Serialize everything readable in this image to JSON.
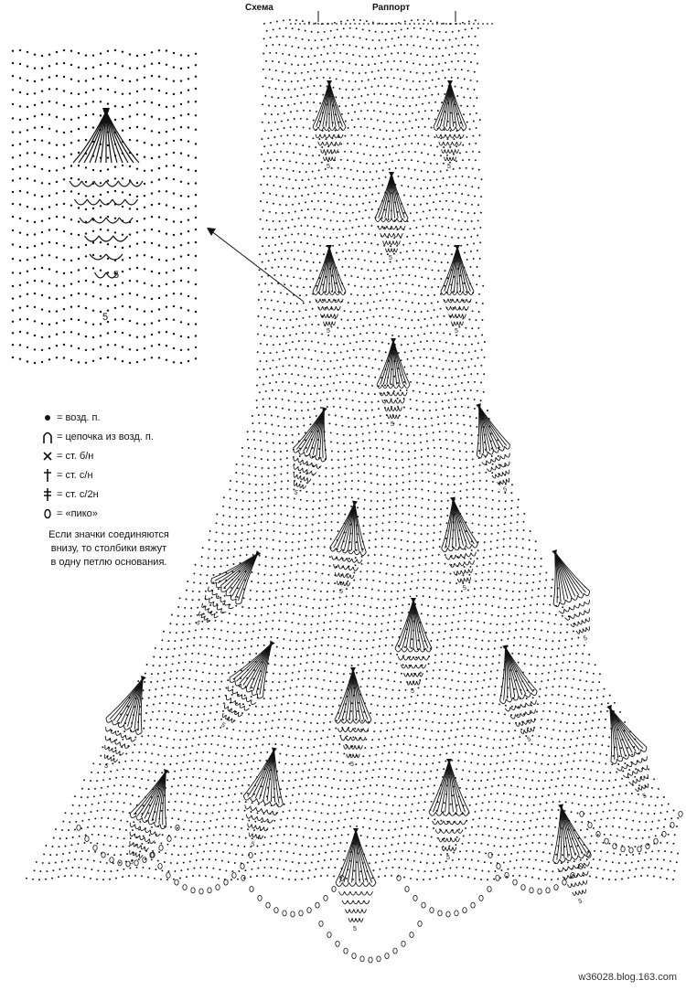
{
  "header": {
    "scheme_label": "Схема",
    "repeat_label": "Раппорт"
  },
  "legend": {
    "items": [
      {
        "icon": "filled-dot-icon",
        "label": "= возд. п."
      },
      {
        "icon": "chain-arch-icon",
        "label": "= цепочка из возд. п."
      },
      {
        "icon": "cross-icon",
        "label": "= ст. б/н"
      },
      {
        "icon": "single-crochet-post-icon",
        "label": "= ст. с/н"
      },
      {
        "icon": "double-crochet-post-icon",
        "label": "= ст. с/2н"
      },
      {
        "icon": "picot-icon",
        "label": "= «пико»"
      }
    ],
    "note_lines": [
      "Если значки соединяются",
      "внизу, то столбики вяжут",
      "в одну петлю основания."
    ]
  },
  "diagram": {
    "motif_number": "5"
  },
  "watermark": "w36028.blog.163.com",
  "colors": {
    "ink": "#111111",
    "paper": "#ffffff"
  }
}
